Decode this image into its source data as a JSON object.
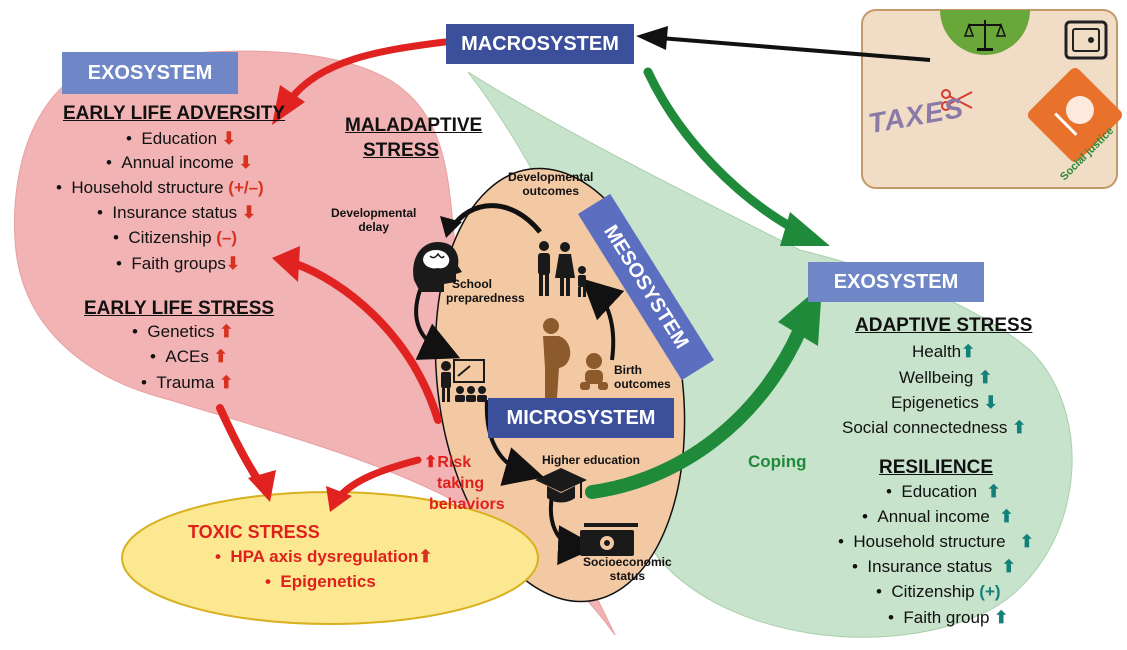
{
  "macrosystem": "MACROSYSTEM",
  "exo_left": "EXOSYSTEM",
  "exo_right": "EXOSYSTEM",
  "mesosystem": "MESOSYSTEM",
  "microsystem": "MICROSYSTEM",
  "early_adversity": {
    "title": "EARLY LIFE ADVERSITY",
    "items": [
      {
        "label": "Education",
        "mark": "⬇"
      },
      {
        "label": "Annual income",
        "mark": "⬇"
      },
      {
        "label": "Household structure",
        "mark": "(+/–)"
      },
      {
        "label": "Insurance status",
        "mark": "⬇"
      },
      {
        "label": "Citizenship",
        "mark": "(–)"
      },
      {
        "label": "Faith groups",
        "mark": "⬇"
      }
    ]
  },
  "early_stress": {
    "title": "EARLY LIFE STRESS",
    "items": [
      {
        "label": "Genetics",
        "mark": "⬆"
      },
      {
        "label": "ACEs",
        "mark": "⬆"
      },
      {
        "label": "Trauma",
        "mark": "⬆"
      }
    ]
  },
  "maladaptive": [
    "MALADAPTIVE",
    "STRESS"
  ],
  "toxic": {
    "title": "TOXIC STRESS",
    "items": [
      {
        "label": "HPA axis dysregulation",
        "mark": "⬆"
      },
      {
        "label": "Epigenetics",
        "mark": ""
      }
    ]
  },
  "risk": {
    "arrow": "⬆",
    "lines": [
      "Risk",
      "taking",
      "behaviors"
    ]
  },
  "adaptive": {
    "title": "ADAPTIVE STRESS",
    "items": [
      {
        "label": "Health",
        "mark": "⬆"
      },
      {
        "label": "Wellbeing",
        "mark": "⬆"
      },
      {
        "label": "Epigenetics",
        "mark": "⬇"
      },
      {
        "label": "Social connectedness",
        "mark": "⬆"
      }
    ]
  },
  "resilience": {
    "title": "RESILIENCE",
    "items": [
      {
        "label": "Education",
        "mark": "⬆"
      },
      {
        "label": "Annual income",
        "mark": "⬆"
      },
      {
        "label": "Household structure",
        "mark": "⬆"
      },
      {
        "label": "Insurance status",
        "mark": "⬆"
      },
      {
        "label": "Citizenship",
        "mark": "(+)"
      },
      {
        "label": "Faith group",
        "mark": "⬆"
      }
    ]
  },
  "coping": "Coping",
  "dev_outcomes": [
    "Developmental",
    "outcomes"
  ],
  "dev_delay": [
    "Developmental",
    "delay"
  ],
  "school_prep": [
    "School",
    "preparedness"
  ],
  "birth_outcomes": [
    "Birth",
    "outcomes"
  ],
  "higher_ed": "Higher education",
  "ses": [
    "Socioeconomic",
    "status"
  ],
  "policy": {
    "taxes": "TAXES",
    "social_justice": "Social justice"
  },
  "colors": {
    "exo_left_fill": "#f2b3b4",
    "micro_fill": "#f3c9a4",
    "exo_right_fill": "#c8e3cb",
    "toxic_fill": "#fbe891",
    "box_blue": "#3b4f9b",
    "box_light": "#6f86c7",
    "red_arrow": "#e02321",
    "green_arrow": "#1e8a3a",
    "teal": "#13807a"
  },
  "icons": [
    "justice-scale-icon",
    "safe-icon",
    "scissors-icon",
    "fist-scale-icon",
    "brain-head-icon",
    "family-icon",
    "pregnant-woman-icon",
    "baby-icon",
    "teacher-icon",
    "graduation-cap-icon",
    "money-icon"
  ]
}
